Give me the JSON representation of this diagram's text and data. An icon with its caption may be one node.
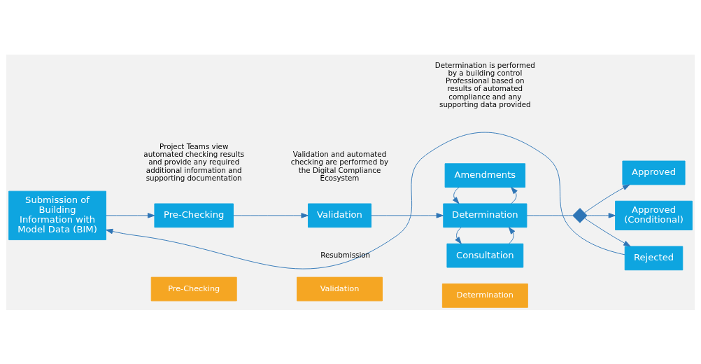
{
  "diagram": {
    "nodes": [
      {
        "text": [
          "Pre-Checking"
        ]
      },
      {
        "text": [
          "Validation"
        ]
      },
      {
        "text": [
          "Determination"
        ]
      },
      {
        "text": [
          "Submission of Building Information with Model Data (BIM)"
        ]
      },
      {
        "text": [
          "Pre-Checking"
        ]
      },
      {
        "text": [
          "Validation"
        ]
      },
      {
        "text": [
          "Consultation"
        ]
      },
      {
        "text": [
          "Determination"
        ]
      },
      {
        "text": [],
        "shape": "diamond"
      },
      {
        "text": [
          "Approved"
        ]
      },
      {
        "text": [
          "Approved (Conditional)"
        ]
      },
      {
        "text": [
          "Rejected"
        ]
      },
      {
        "text": [
          "Amendments"
        ]
      }
    ],
    "edges": [
      {
        "from": 3,
        "to": 4,
        "arrow": "to"
      },
      {
        "from": 4,
        "to": 5,
        "arrow": "to"
      },
      {
        "from": 5,
        "to": 7,
        "arrow": "to"
      },
      {
        "from": 6,
        "to": 7,
        "arrow": "to"
      },
      {
        "from": 7,
        "to": 6,
        "arrow": "to"
      },
      {
        "from": 7,
        "to": 12,
        "arrow": "to"
      },
      {
        "from": 12,
        "to": 7,
        "arrow": "to"
      },
      {
        "from": 7,
        "to": 8,
        "arrow": "none"
      },
      {
        "from": 8,
        "to": 9,
        "arrow": "to"
      },
      {
        "from": 8,
        "to": 10,
        "arrow": "to"
      },
      {
        "from": 8,
        "to": 11,
        "arrow": "to"
      },
      {
        "from": 11,
        "to": 3,
        "arrow": "to",
        "label": "Resubmission"
      }
    ],
    "labels": [
      "Determination is performed by a building control Professional based on results of automated compliance and any supporting data provided",
      "Project Teams view automated checking results and provide any required additional information and supporting documentation",
      "Validation and automated checking are performed by the Digital Compliance Ecosystem"
    ]
  }
}
